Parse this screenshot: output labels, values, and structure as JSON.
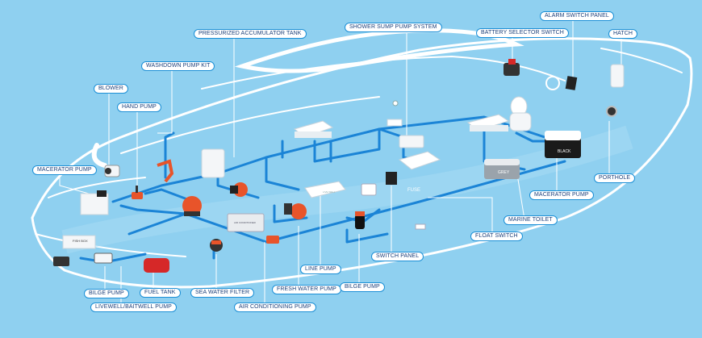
{
  "labels": {
    "pressurized_accumulator_tank": "PRESSURIZED ACCUMULATOR TANK",
    "shower_sump_pump_system": "SHOWER SUMP PUMP SYSTEM",
    "battery_selector_switch": "BATTERY SELECTOR SWITCH",
    "alarm_switch_panel": "ALARM SWITCH PANEL",
    "hatch": "HATCH",
    "washdown_pump_kit": "WASHDOWN PUMP KIT",
    "blower": "BLOWER",
    "hand_pump": "HAND PUMP",
    "macerator_pump_left": "MACERATOR PUMP",
    "porthole": "PORTHOLE",
    "macerator_pump_right": "MACERATOR PUMP",
    "marine_toilet": "MARINE TOILET",
    "float_switch": "FLOAT SWITCH",
    "line_pump": "LINE PUMP",
    "switch_panel": "SWITCH PANEL",
    "fresh_water_pump": "FRESH WATER PUMP",
    "bilge_pump_center": "BILGE PUMP",
    "bilge_pump_left": "BILGE PUMP",
    "fuel_tank": "FUEL TANK",
    "sea_water_filter": "SEA WATER FILTER",
    "livewell_baitwell_pump": "LIVEWELL/BAITWELL PUMP",
    "air_conditioning_pump": "AIR CONDITIONING PUMP"
  },
  "component_text": {
    "fish_box": "FISH BOX",
    "fuse": "FUSE",
    "black_tank": "BLACK",
    "grey_tank": "GREY",
    "live_well": "LIVE WELL",
    "air_conditioner": "AIR CONDITIONER"
  },
  "colors": {
    "background": "#8fd0f0",
    "hull_outline": "#ffffff",
    "pipe": "#1b84d6",
    "pump": "#e8542a",
    "callout_line": "#ffffff",
    "label_border": "#1b8fd6",
    "label_text": "#1b3f7a"
  }
}
